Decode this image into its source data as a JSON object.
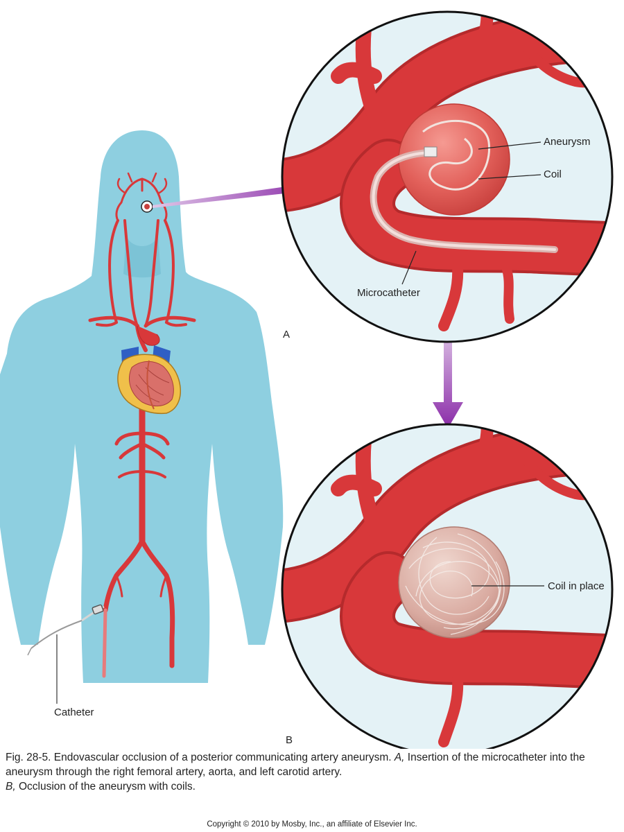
{
  "figure": {
    "labels": {
      "aneurysm": "Aneurysm",
      "coil": "Coil",
      "microcatheter": "Microcatheter",
      "panel_a": "A",
      "coil_in_place": "Coil in place",
      "panel_b": "B",
      "catheter": "Catheter"
    },
    "caption": {
      "lead": "Fig. 28-5. Endovascular occlusion of a posterior communicating artery aneurysm. ",
      "a_letter": "A,",
      "a_text": " Insertion of the microcatheter into the aneurysm through the right femoral artery, aorta, and left carotid artery.",
      "b_letter": "B,",
      "b_text": " Occlusion of the aneurysm with coils."
    },
    "copyright": "Copyright © 2010 by Mosby, Inc., an affiliate of Elsevier Inc."
  },
  "colors": {
    "artery": "#d8383a",
    "artery_dark": "#b52a2c",
    "body_silhouette": "#8ecfe0",
    "circle_bg": "#e4f2f6",
    "arrow_purple": "#8a2ba8",
    "vein_blue": "#2f5fc4",
    "heart_fat": "#f0c04a"
  }
}
